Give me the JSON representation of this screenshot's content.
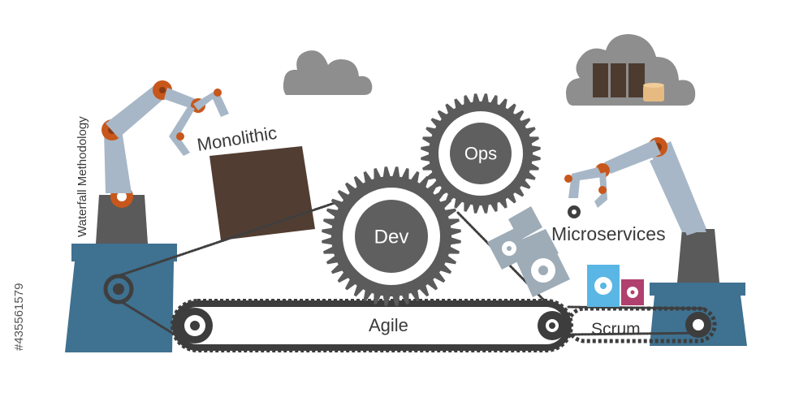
{
  "labels": {
    "monolithic": "Monolithic",
    "waterfall": "Waterfall Methodology",
    "ops": "Ops",
    "dev": "Dev",
    "agile": "Agile",
    "microservices": "Microservices",
    "scrum": "Scrum"
  },
  "stock_id": "#435561579",
  "colors": {
    "gear": "#5b5b5b",
    "gear_inner_ring": "#ffffff",
    "gear_hub": "#5f5f5f",
    "robot_arm": "#a7b7c7",
    "robot_joint": "#c8571c",
    "robot_body": "#5a5a5a",
    "pedestal": "#3f7190",
    "crate_dark": "#4e3b30",
    "crate_brown": "#523d32",
    "cloud": "#8e8e8e",
    "microservice_box": "#9eacb7",
    "service_blue": "#5ab6e4",
    "service_pink": "#b0416e",
    "barrel": "#e6ba80"
  },
  "icons": [
    "cloud-icon",
    "gear-icon",
    "robot-arm-icon",
    "conveyor-belt-icon",
    "server-crate-icon",
    "database-barrel-icon"
  ]
}
